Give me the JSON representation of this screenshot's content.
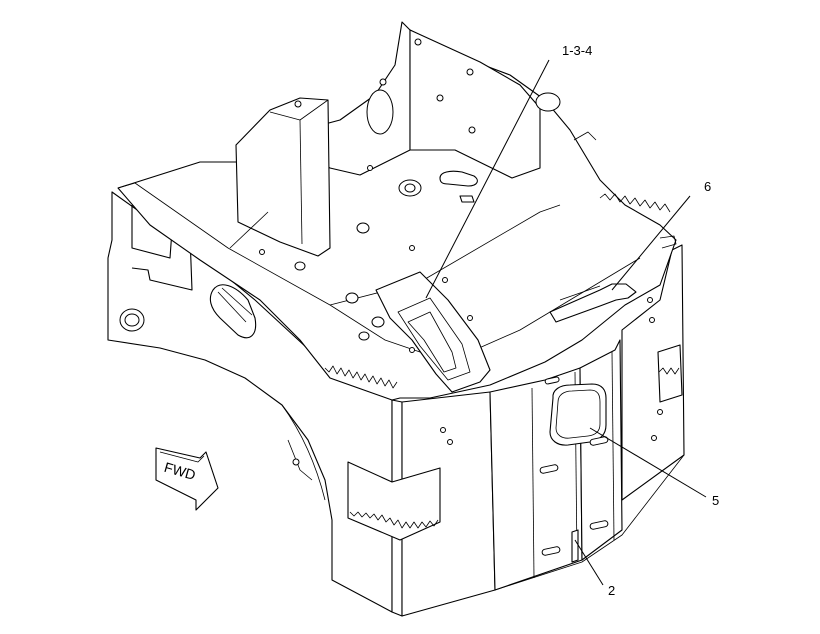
{
  "callouts": {
    "c134": "1-3-4",
    "c6": "6",
    "c5": "5",
    "c2": "2"
  },
  "fwd_marker": {
    "label": "FWD"
  },
  "colors": {
    "line": "#000000",
    "background": "#ffffff"
  }
}
